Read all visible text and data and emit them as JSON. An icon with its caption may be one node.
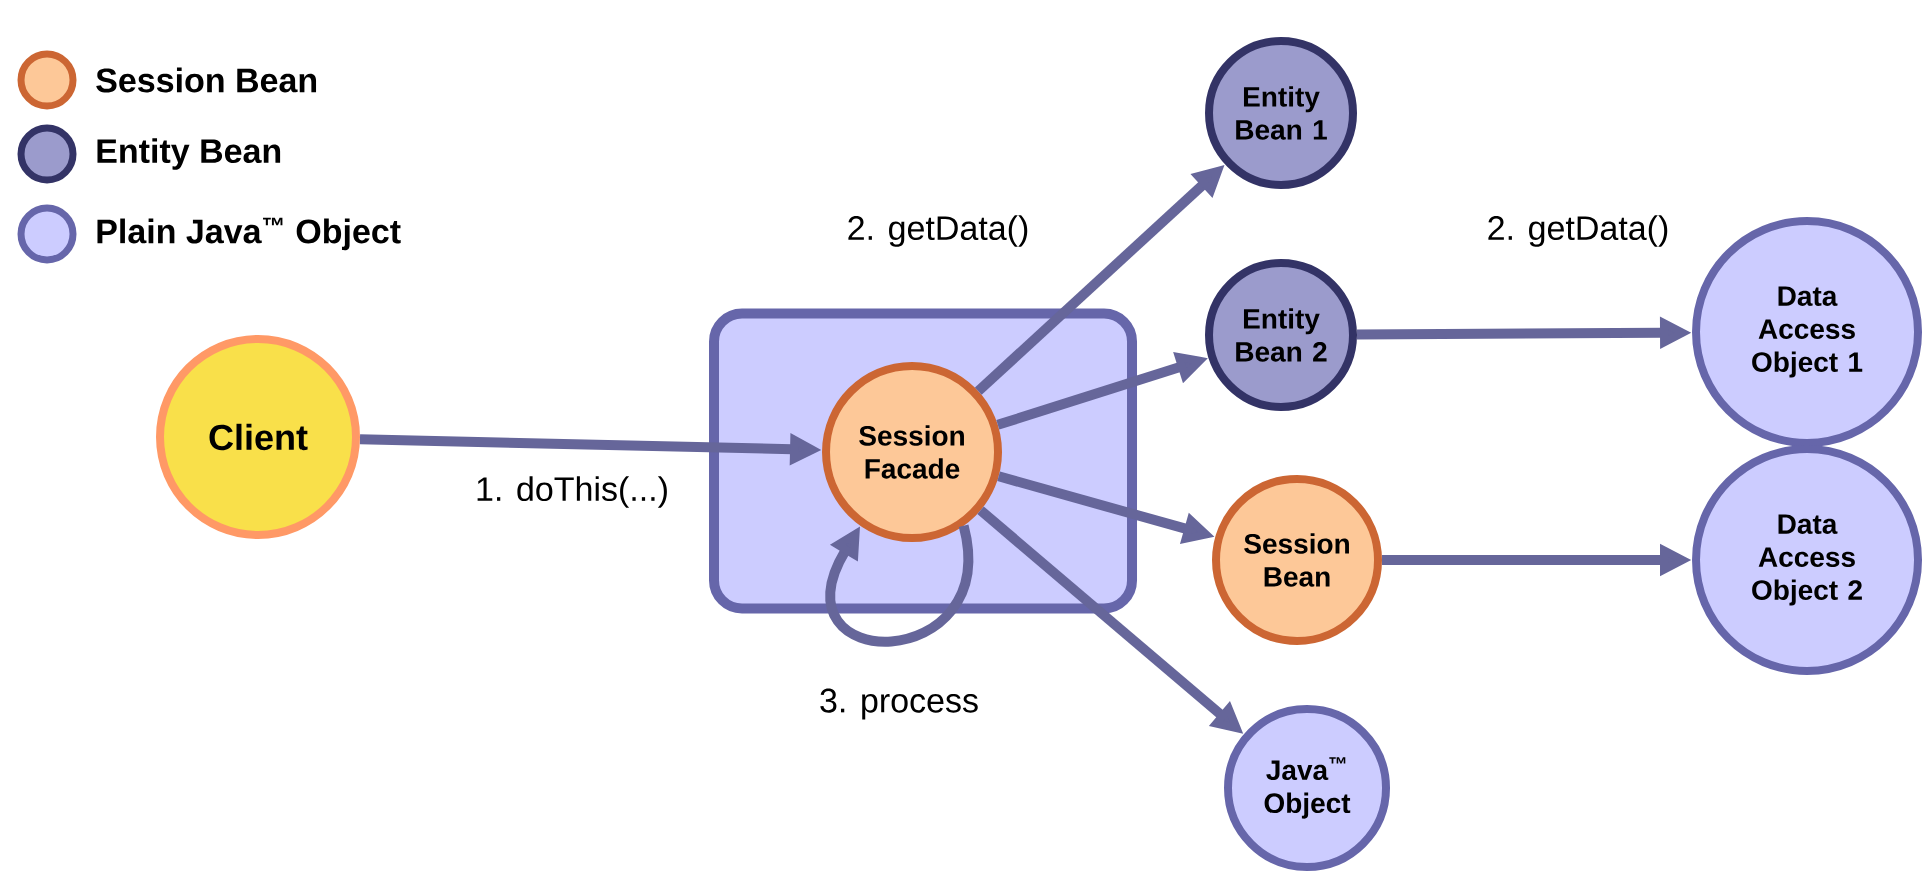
{
  "diagram": {
    "nodes": [
      {
        "text": [
          "Client"
        ]
      },
      {
        "text": [],
        "shape": "box"
      },
      {
        "text": [
          "Session Facade"
        ],
        "in": 1
      },
      {
        "text": [
          "Entity Bean 1"
        ]
      },
      {
        "text": [
          "Entity Bean 2"
        ]
      },
      {
        "text": [
          "Session Bean"
        ]
      },
      {
        "text": [
          "Java$^{™}$ Object"
        ]
      },
      {
        "text": [
          "Data Access Object 1"
        ]
      },
      {
        "text": [
          "Data Access Object 2"
        ]
      }
    ],
    "edges": [
      {
        "from": 0,
        "to": 2,
        "arrow": "to",
        "label": "1. doThis(...)"
      },
      {
        "from": 2,
        "to": 3,
        "arrow": "to",
        "label": "2. getData()"
      },
      {
        "from": 2,
        "to": 4,
        "arrow": "to"
      },
      {
        "from": 2,
        "to": 5,
        "arrow": "to"
      },
      {
        "from": 2,
        "to": 6,
        "arrow": "to"
      },
      {
        "from": 4,
        "to": 7,
        "arrow": "to",
        "label": "2. getData()"
      },
      {
        "from": 5,
        "to": 8,
        "arrow": "to"
      },
      {
        "from": 2,
        "to": 2,
        "arrow": "to",
        "label": "3. process"
      }
    ],
    "legend": [
      {
        "text": "Session Bean",
        "color": "#fdc898"
      },
      {
        "text": "Entity Bean",
        "color": "#9b9bcc"
      },
      {
        "text": "Plain Java$^{™}$ Object",
        "color": "#ccccff"
      }
    ]
  }
}
